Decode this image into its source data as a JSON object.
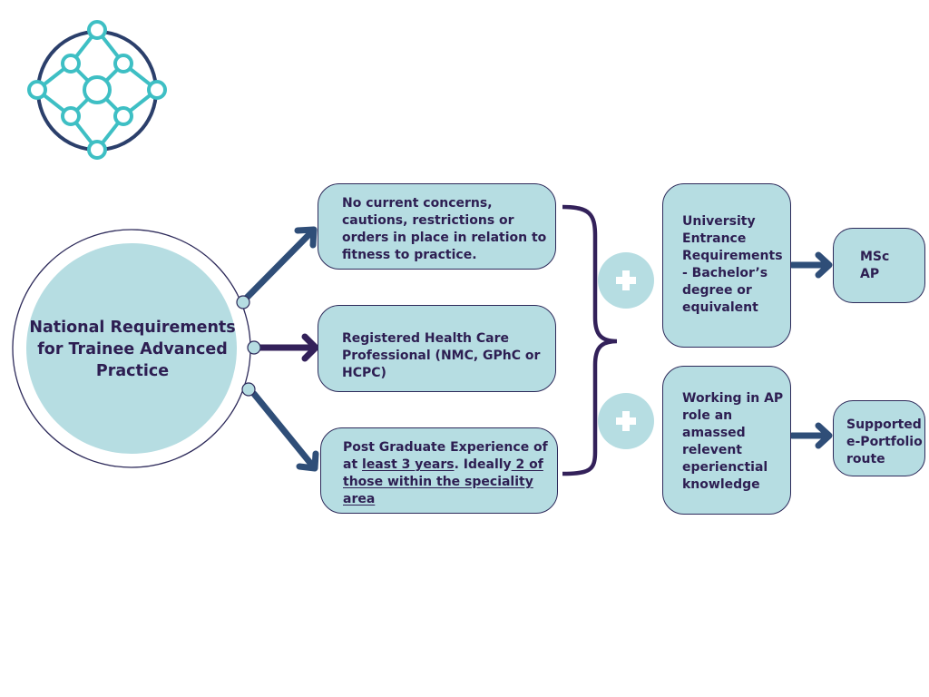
{
  "logo": {
    "icon": "network-nodes-icon",
    "colors": {
      "ring": "#2b3f6b",
      "nodes": "#3ebfc4"
    }
  },
  "hub": {
    "title": "National Requirements for Trainee Advanced Practice"
  },
  "requirements": [
    {
      "text": "No current concerns, cautions, restrictions or orders in place in relation to fitness to practice."
    },
    {
      "text": "Registered Health Care Professional (NMC, GPhC or HCPC)"
    },
    {
      "parts": [
        {
          "t": "Post Graduate Experience of at ",
          "u": false
        },
        {
          "t": "least 3 years",
          "u": true
        },
        {
          "t": ". Ideally",
          "u": false
        },
        {
          "t": " 2 of those within the speciality area",
          "u": true
        }
      ]
    }
  ],
  "plus_icon": "plus-icon",
  "routes": [
    {
      "condition": "University Entrance Requirements - Bachelor’s degree or equivalent",
      "outcome": "MSc AP"
    },
    {
      "condition": "Working in AP role an amassed relevent eperienctial knowledge",
      "outcome": "Supported e-Portfolio route"
    }
  ],
  "colors": {
    "box_fill": "#b6dde2",
    "text": "#2d1e52",
    "arrow_blue": "#2f4e78",
    "arrow_purple": "#33215a"
  }
}
